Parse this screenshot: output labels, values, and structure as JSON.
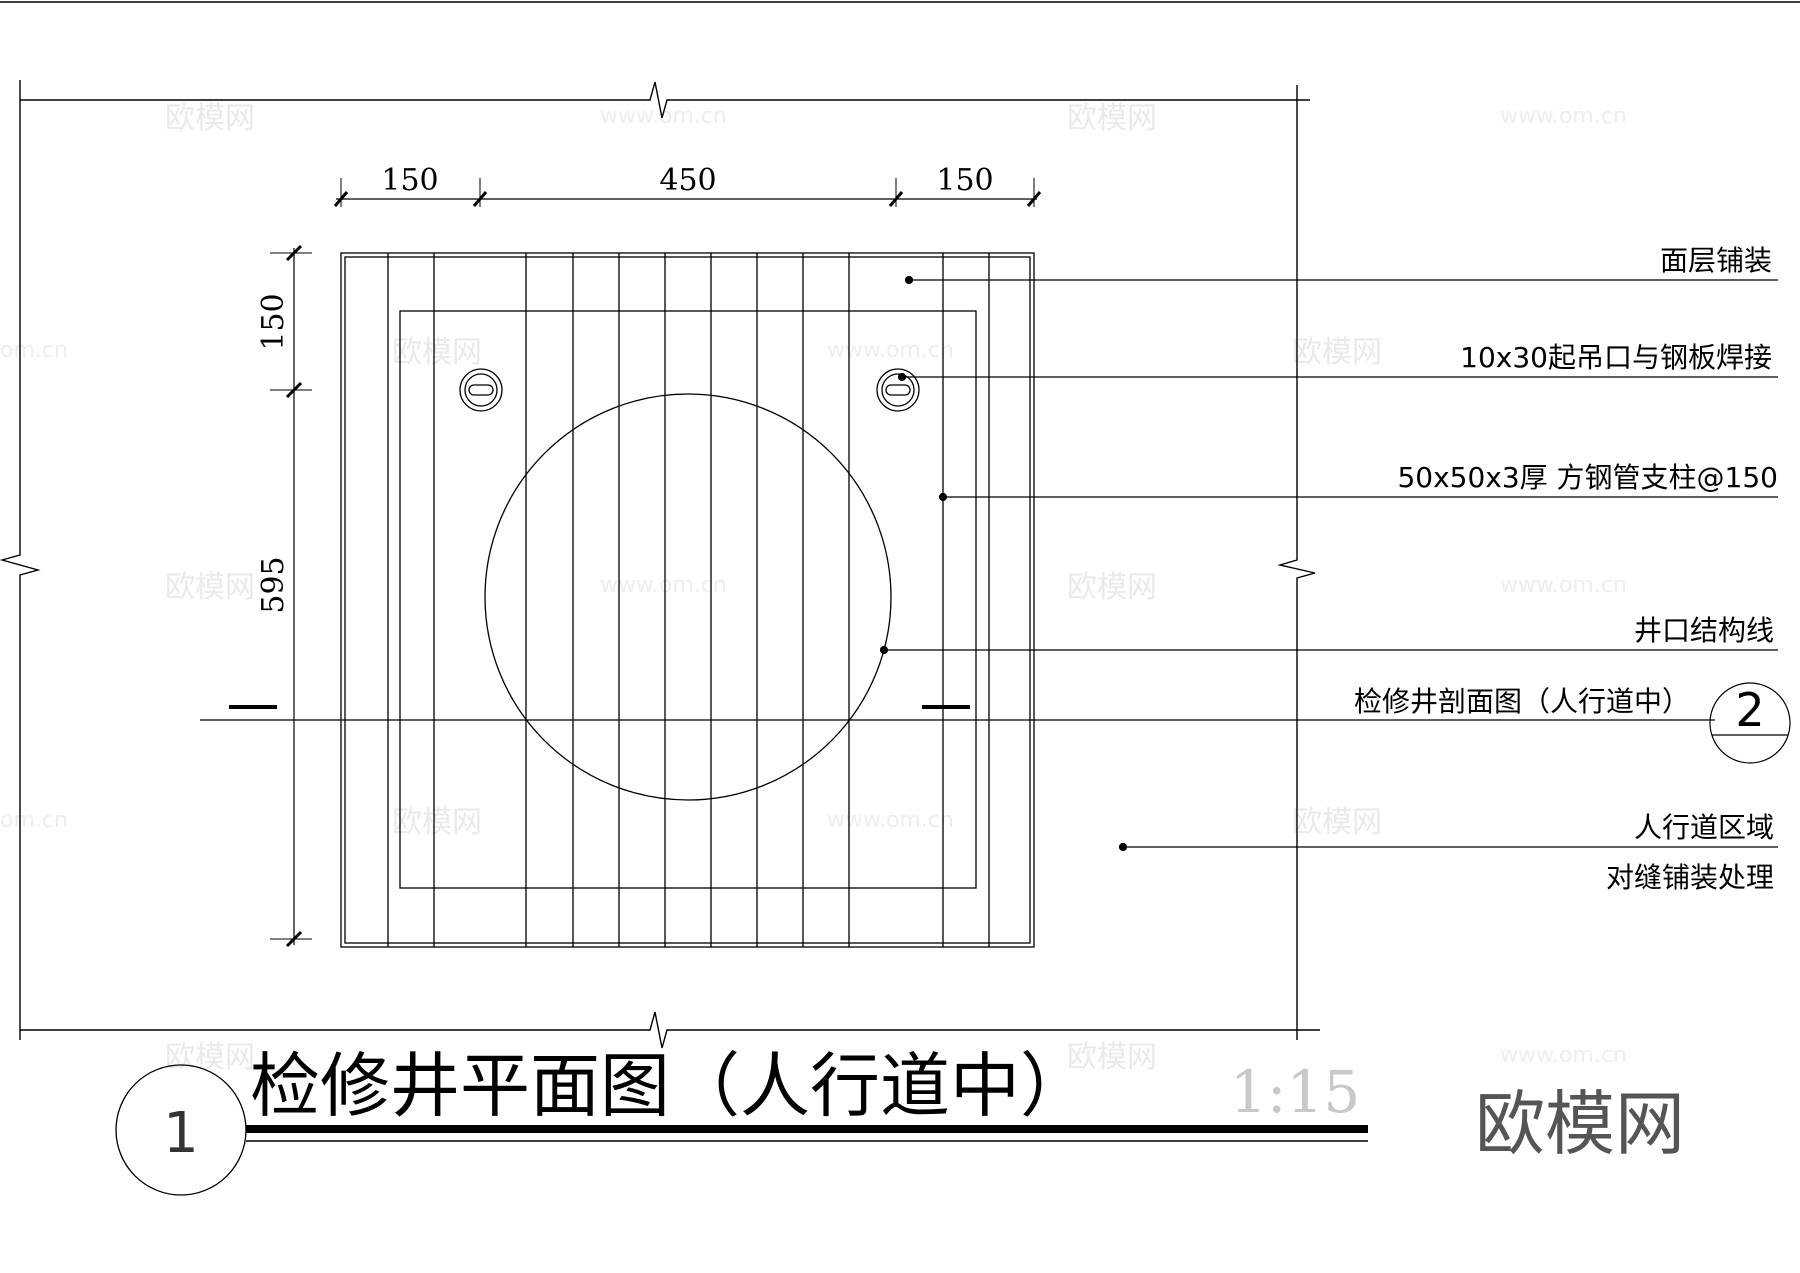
{
  "dimensions": {
    "top": [
      "150",
      "450",
      "150"
    ],
    "left": [
      "150",
      "595"
    ]
  },
  "callouts": [
    "面层铺装",
    "10x30起吊口与钢板焊接",
    "50x50x3厚 方钢管支柱@150",
    "井口结构线",
    "检修井剖面图（人行道中）",
    "人行道区域",
    "对缝铺装处理"
  ],
  "section_marker": "2",
  "title": {
    "number": "1",
    "text": "检修井平面图（人行道中）",
    "scale": "1:15"
  },
  "watermark": {
    "text": "欧模网",
    "url": "www.om.cn",
    "url_partial": "om.cn",
    "brand": "欧模网"
  }
}
